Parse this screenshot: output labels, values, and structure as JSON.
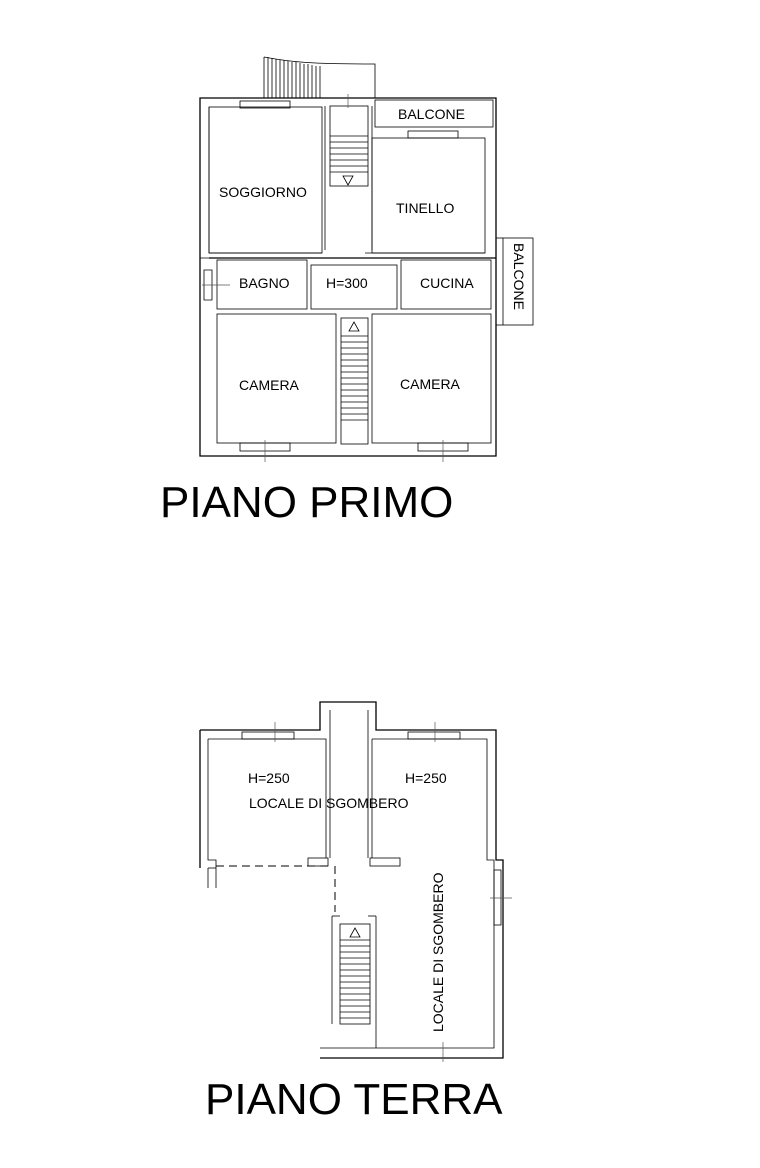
{
  "floors": {
    "primo": {
      "title": "PIANO PRIMO",
      "rooms": {
        "soggiorno": "SOGGIORNO",
        "tinello": "TINELLO",
        "balcone_top": "BALCONE",
        "balcone_side": "BALCONE",
        "bagno": "BAGNO",
        "corridoio": "H=300",
        "cucina": "CUCINA",
        "camera_left": "CAMERA",
        "camera_right": "CAMERA"
      }
    },
    "terra": {
      "title": "PIANO TERRA",
      "rooms": {
        "height_left": "H=250",
        "height_right": "H=250",
        "locale_left": "LOCALE DI SGOMBERO",
        "locale_right": "LOCALE DI SGOMBERO"
      }
    }
  }
}
